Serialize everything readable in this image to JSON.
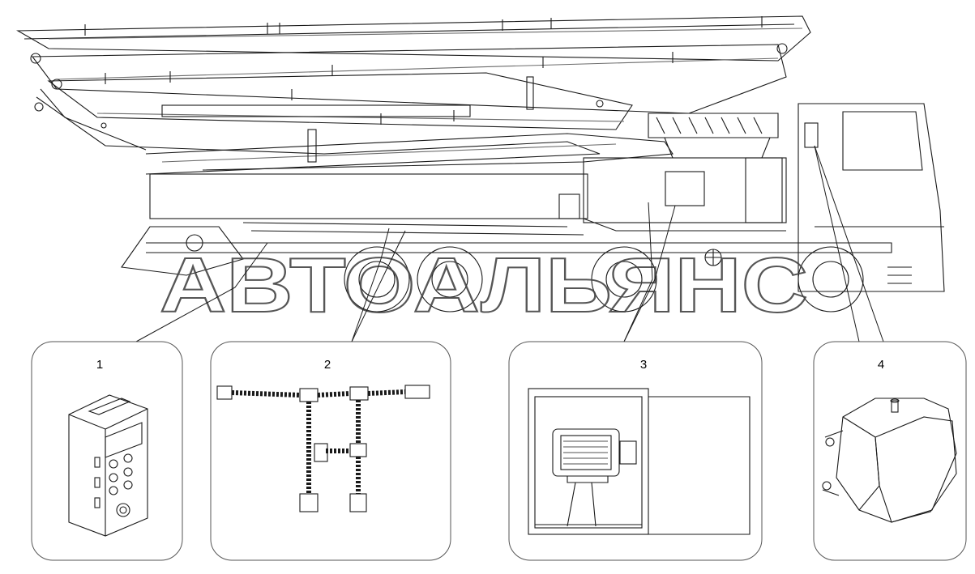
{
  "watermark": "АВТОАЛЬЯНС",
  "callouts": [
    {
      "number": "1",
      "part": "control-panel"
    },
    {
      "number": "2",
      "part": "wiring-harness"
    },
    {
      "number": "3",
      "part": "control-cabinet"
    },
    {
      "number": "4",
      "part": "junction-box"
    }
  ],
  "colors": {
    "line": "#1a1a1a",
    "light_line": "#8a8a8a",
    "frame": "#555555",
    "watermark_stroke": "#444444",
    "background": "#ffffff"
  },
  "icons": [
    "concrete-pump-truck",
    "control-panel-icon",
    "wiring-harness-icon",
    "control-cabinet-icon",
    "junction-box-icon"
  ]
}
